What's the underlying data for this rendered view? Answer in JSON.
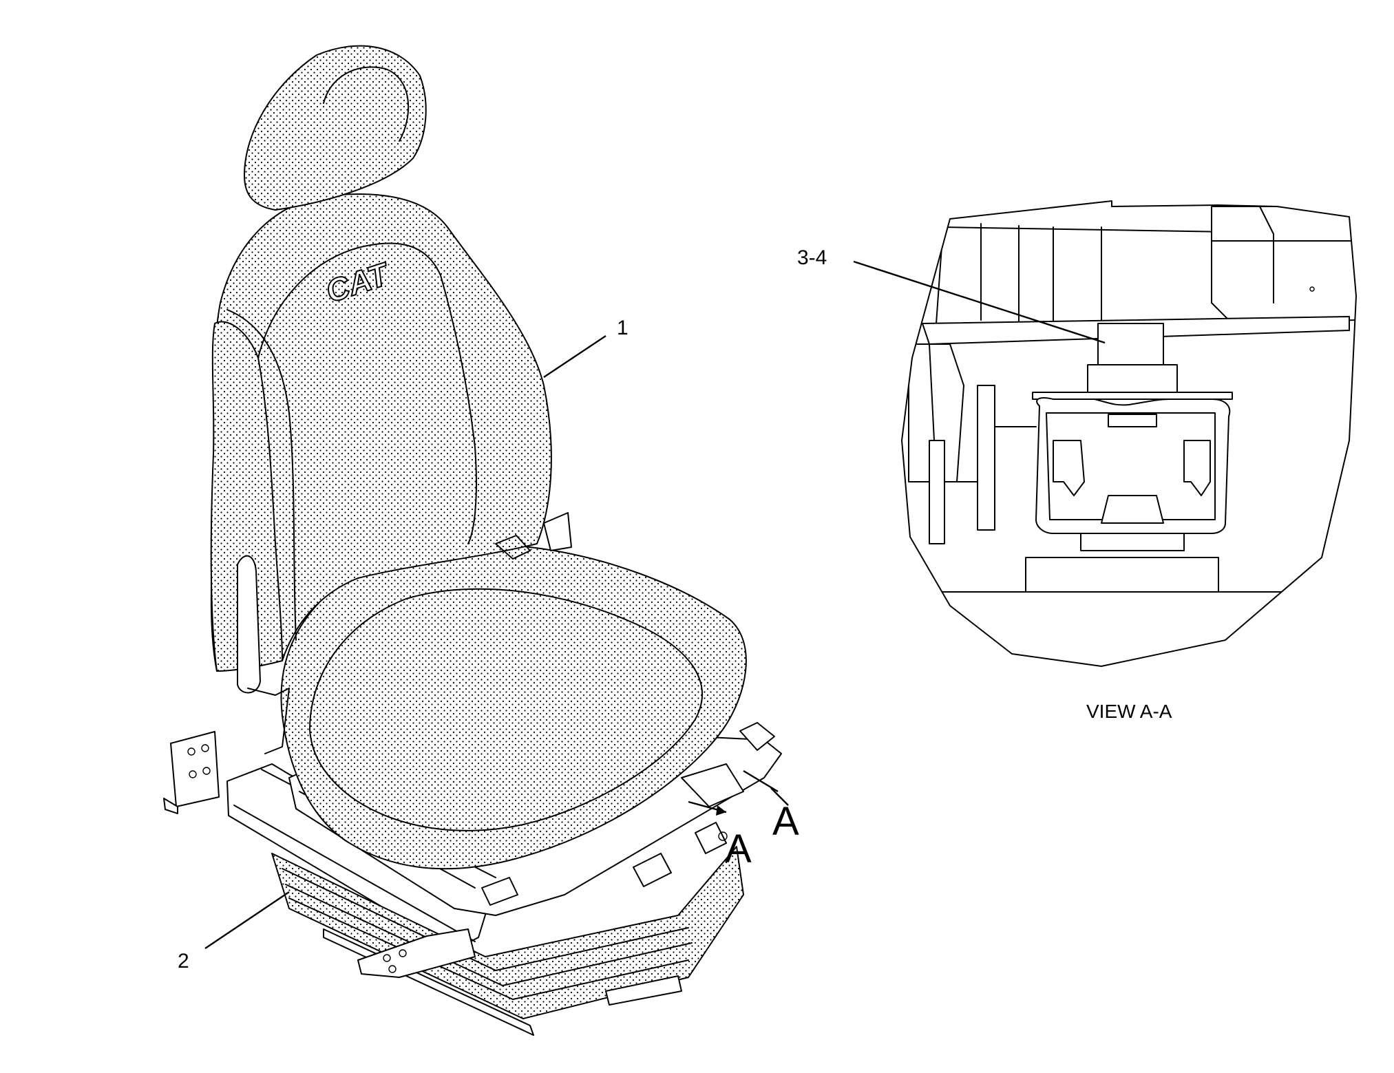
{
  "figure": {
    "callouts": [
      {
        "id": "1",
        "text": "1"
      },
      {
        "id": "2",
        "text": "2"
      },
      {
        "id": "3-4",
        "text": "3-4"
      }
    ],
    "section_markers": [
      "A",
      "A"
    ],
    "detail_view_caption": "VIEW A-A",
    "logo_text": "CAT"
  }
}
